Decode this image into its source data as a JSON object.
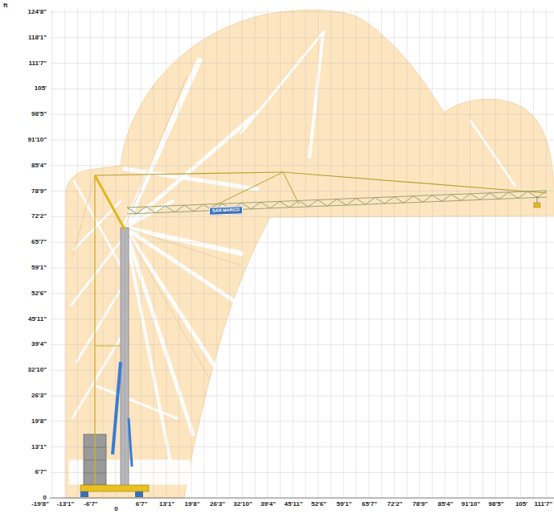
{
  "diagram": {
    "labels": [
      "ft",
      "124'8\"",
      "118'1\"",
      "111'7\"",
      "105'",
      "98'5\"",
      "91'10\"",
      "85'4\"",
      "78'9\"",
      "72'2\"",
      "65'7\"",
      "59'1\"",
      "52'6\"",
      "45'11\"",
      "39'4\"",
      "32'10\"",
      "26'3\"",
      "19'8\"",
      "13'1\"",
      "6'7\"",
      "0",
      "-19'8\"",
      "-13'1\"",
      "-6'7\"",
      "0",
      "6'7\"",
      "13'1\"",
      "19'8\"",
      "26'3\"",
      "32'10\"",
      "39'4\"",
      "45'11\"",
      "52'6\"",
      "59'1\"",
      "65'7\"",
      "72'2\"",
      "78'9\"",
      "85'4\"",
      "91'10\"",
      "98'5\"",
      "105'",
      "111'7\"",
      "SAN MARCO"
    ]
  }
}
